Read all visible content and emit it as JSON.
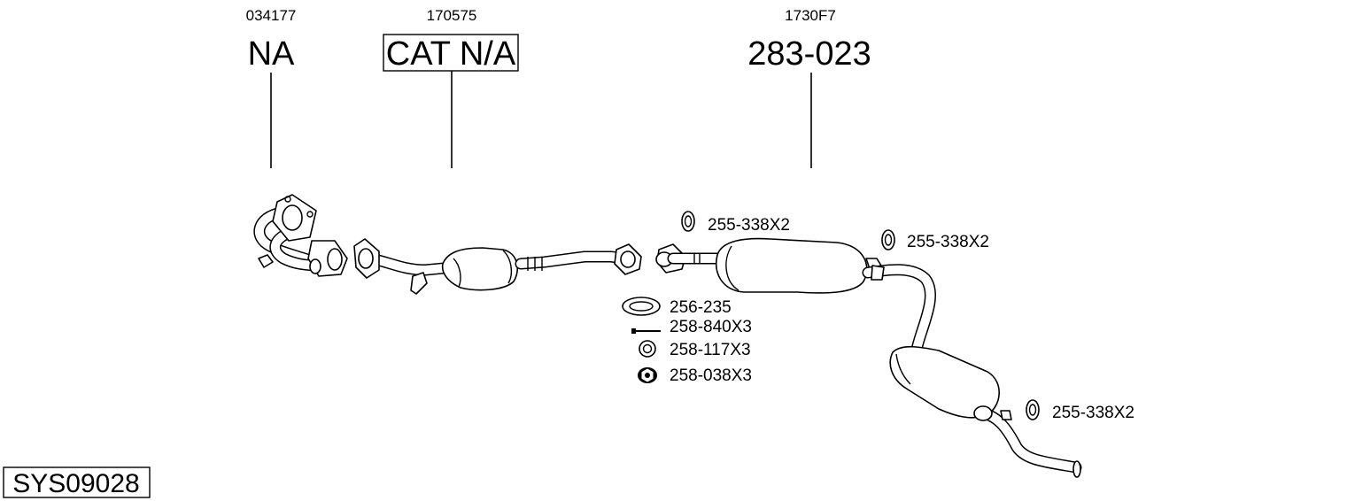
{
  "diagram": {
    "groups": [
      {
        "ref": "034177",
        "code": "NA",
        "boxed": false
      },
      {
        "ref": "170575",
        "code": "CAT N/A",
        "boxed": true
      },
      {
        "ref": "1730F7",
        "code": "283-023",
        "boxed": false
      }
    ],
    "hardware": [
      {
        "label": "255-338X2",
        "icon": "rubber-hanger-icon"
      },
      {
        "label": "255-338X2",
        "icon": "rubber-hanger-icon"
      },
      {
        "label": "256-235",
        "icon": "gasket-ring-icon"
      },
      {
        "label": "258-840X3",
        "icon": "bolt-icon"
      },
      {
        "label": "258-117X3",
        "icon": "spring-washer-icon"
      },
      {
        "label": "258-038X3",
        "icon": "flange-nut-icon"
      },
      {
        "label": "255-338X2",
        "icon": "rubber-hanger-icon"
      }
    ],
    "system_code": "SYS09028"
  }
}
